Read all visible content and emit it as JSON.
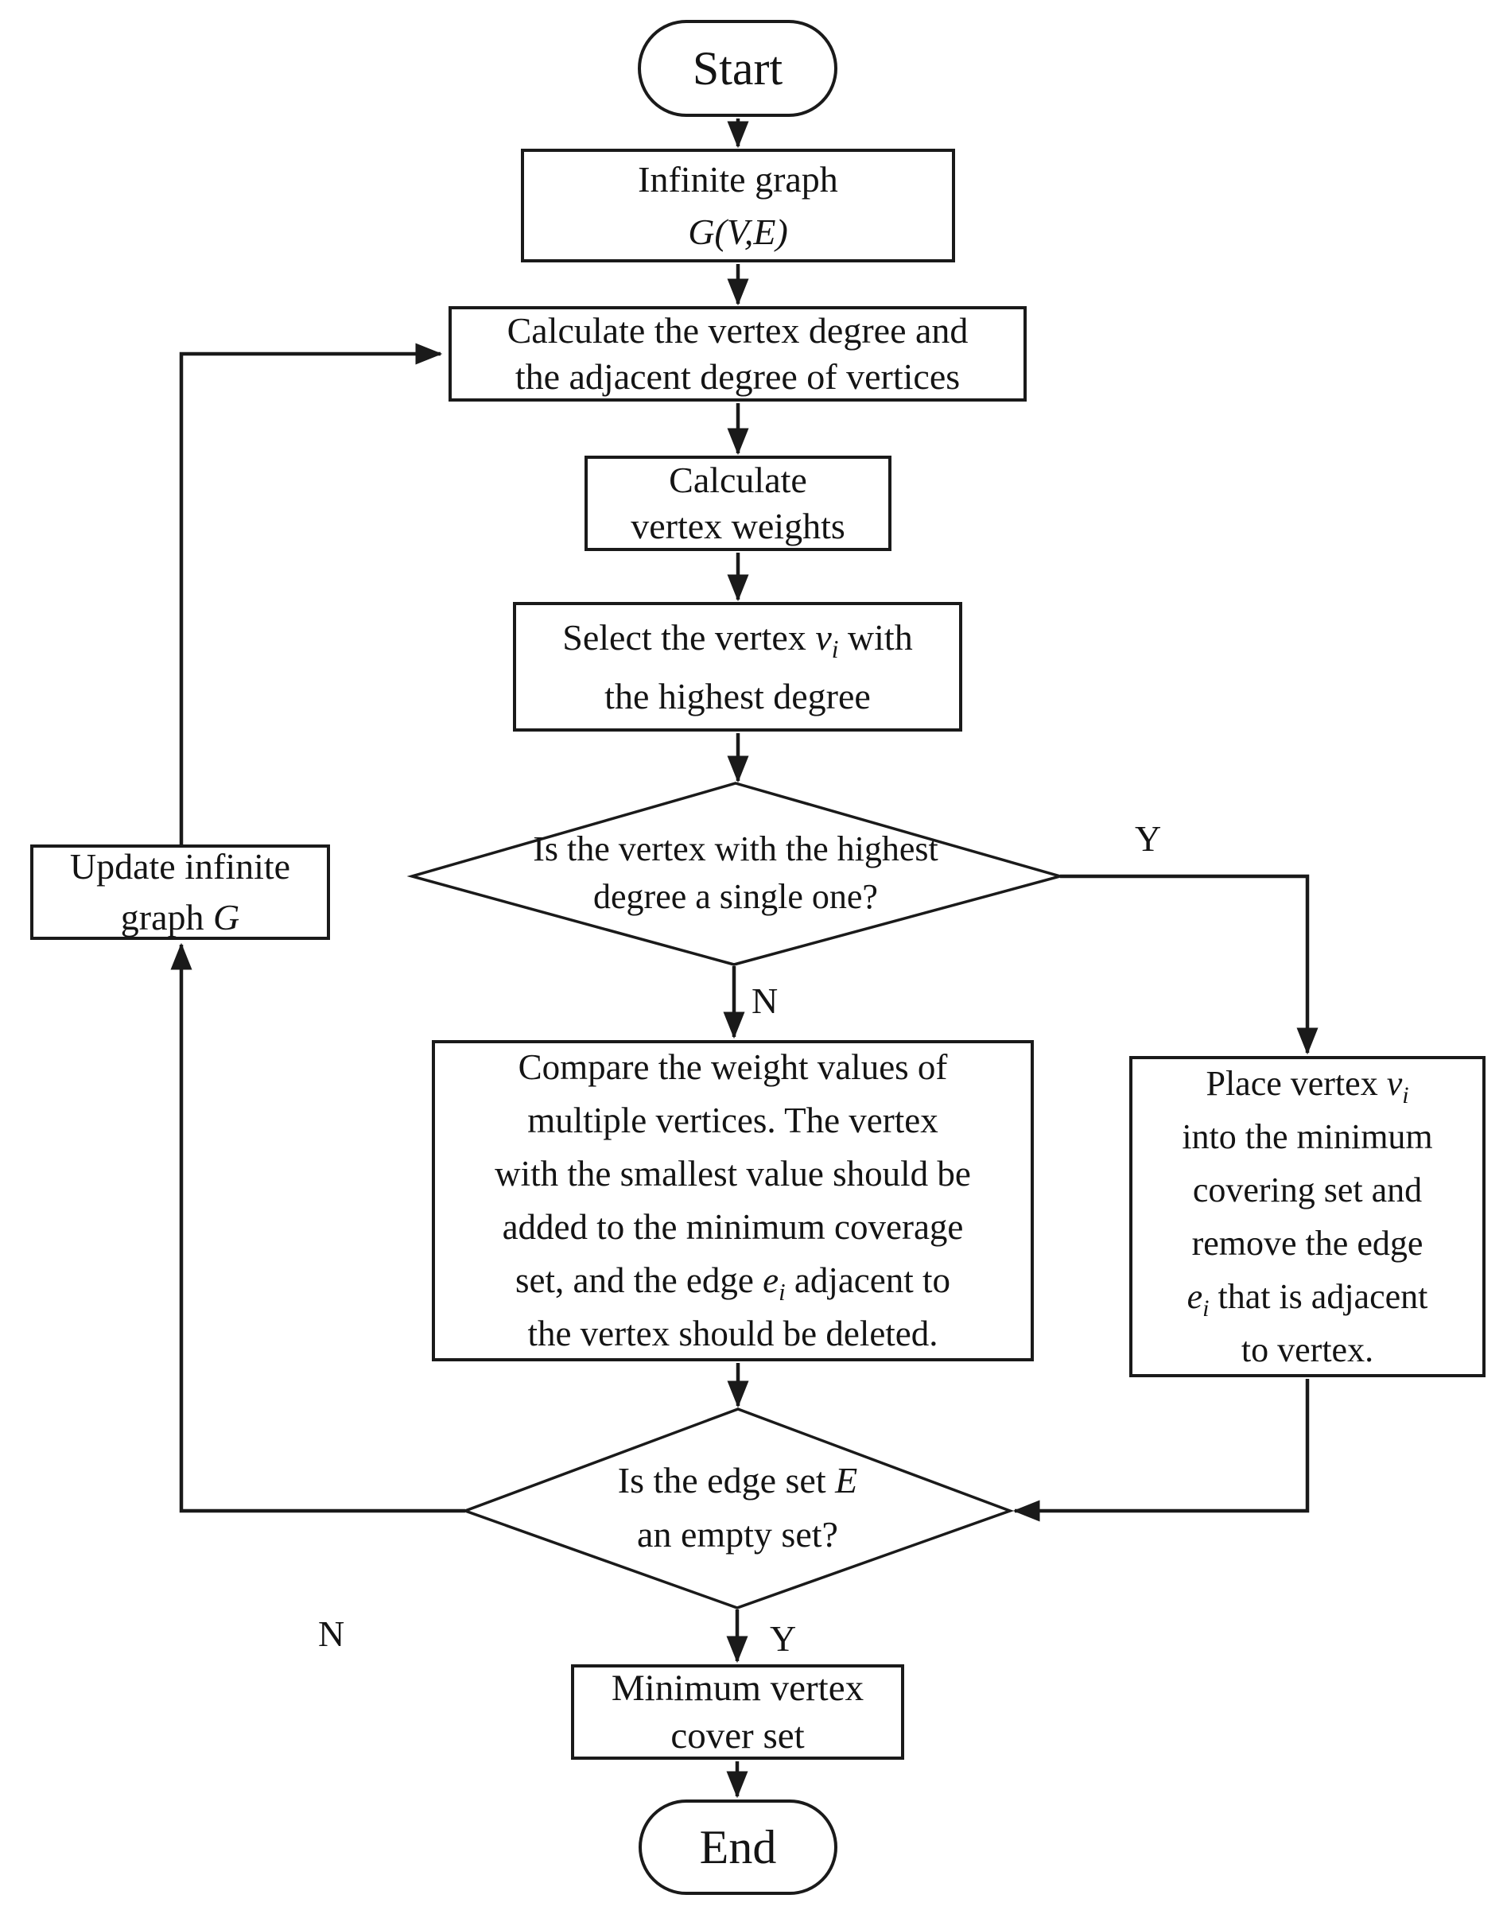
{
  "nodes": {
    "start": {
      "label": "Start"
    },
    "infinite_graph": {
      "line1": "Infinite graph",
      "line2": "G(V,E)"
    },
    "calc_degree": {
      "line1": "Calculate the vertex degree and",
      "line2": "the adjacent degree of vertices"
    },
    "calc_weights": {
      "line1": "Calculate",
      "line2": "vertex weights"
    },
    "select_vertex": {
      "line1_pre": "Select the vertex ",
      "line1_var": "v",
      "line1_sub": "i",
      "line1_post": " with",
      "line2": "the highest degree"
    },
    "decision_single": {
      "line1": "Is the vertex with the highest",
      "line2": "degree a single one?"
    },
    "update_graph": {
      "line1": "Update infinite",
      "line2_pre": "graph ",
      "line2_var": "G"
    },
    "compare_weights": {
      "line1": "Compare the weight values of",
      "line2": "multiple vertices. The vertex",
      "line3": "with the smallest value should be",
      "line4": "added to the minimum coverage",
      "line5_pre": "set, and the edge ",
      "line5_var": "e",
      "line5_sub": "i",
      "line5_post": " adjacent to",
      "line6": "the vertex should be deleted."
    },
    "place_vertex": {
      "line1_pre": "Place vertex ",
      "line1_var": "v",
      "line1_sub": "i",
      "line2": "into the minimum",
      "line3": "covering set and",
      "line4": "remove the edge",
      "line5_var": "e",
      "line5_sub": "i",
      "line5_post": " that is adjacent",
      "line6": "to vertex."
    },
    "decision_empty": {
      "line1_pre": "Is the edge set ",
      "line1_var": "E",
      "line2": "an empty set?"
    },
    "min_cover": {
      "line1": "Minimum vertex",
      "line2": "cover set"
    },
    "end": {
      "label": "End"
    }
  },
  "edge_labels": {
    "single_no": "N",
    "single_yes": "Y",
    "empty_yes": "Y",
    "empty_no": "N"
  },
  "colors": {
    "line": "#1a1a1a",
    "background": "#ffffff",
    "text": "#141414"
  }
}
